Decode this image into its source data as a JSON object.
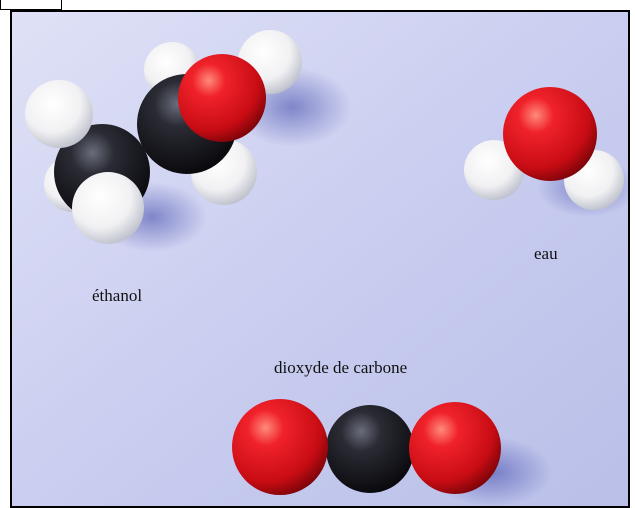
{
  "labels": {
    "ethanol": "éthanol",
    "water": "eau",
    "co2": "dioxyde de carbone"
  },
  "colors": {
    "oxygen": "#e3121b",
    "carbon": "#1b1b22",
    "hydrogen": "#f7f7f7",
    "background": "#c9cdf0"
  }
}
